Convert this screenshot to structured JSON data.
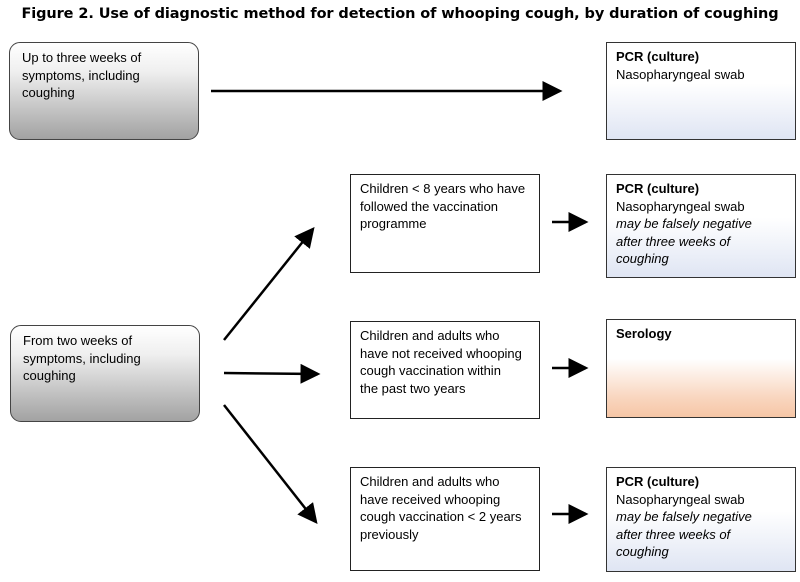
{
  "title": "Figure 2. Use of diagnostic method for detection of whooping cough, by duration of coughing",
  "start_boxes": {
    "early": [
      "Up to three weeks of",
      "symptoms, including",
      "coughing"
    ],
    "late": [
      "From two weeks of",
      "symptoms, including",
      "coughing"
    ]
  },
  "groups": {
    "children": [
      "Children < 8 years who have",
      "followed the vaccination",
      "programme"
    ],
    "not_vaccinated": [
      "Children and adults who",
      "have not received whooping",
      "cough vaccination within",
      "the past two years"
    ],
    "vaccinated": [
      "Children and adults who",
      "have received whooping",
      "cough vaccination < 2 years",
      "previously"
    ]
  },
  "results": {
    "top": {
      "head": "PCR (culture)",
      "line": "Nasopharyngeal swab"
    },
    "children": {
      "head": "PCR (culture)",
      "line": "Nasopharyngeal swab",
      "note": [
        "may be falsely negative",
        "after three weeks of",
        "coughing"
      ]
    },
    "not_vaccinated": {
      "head": "Serology"
    },
    "vaccinated": {
      "head": "PCR (culture)",
      "line": "Nasopharyngeal swab",
      "note": [
        "may be falsely negative",
        "after three weeks of",
        "coughing"
      ]
    }
  },
  "colors": {
    "grey_box": "#a2a2a2",
    "blue_tint": "#dfe5f3",
    "orange_tint": "#f6c6a6"
  }
}
